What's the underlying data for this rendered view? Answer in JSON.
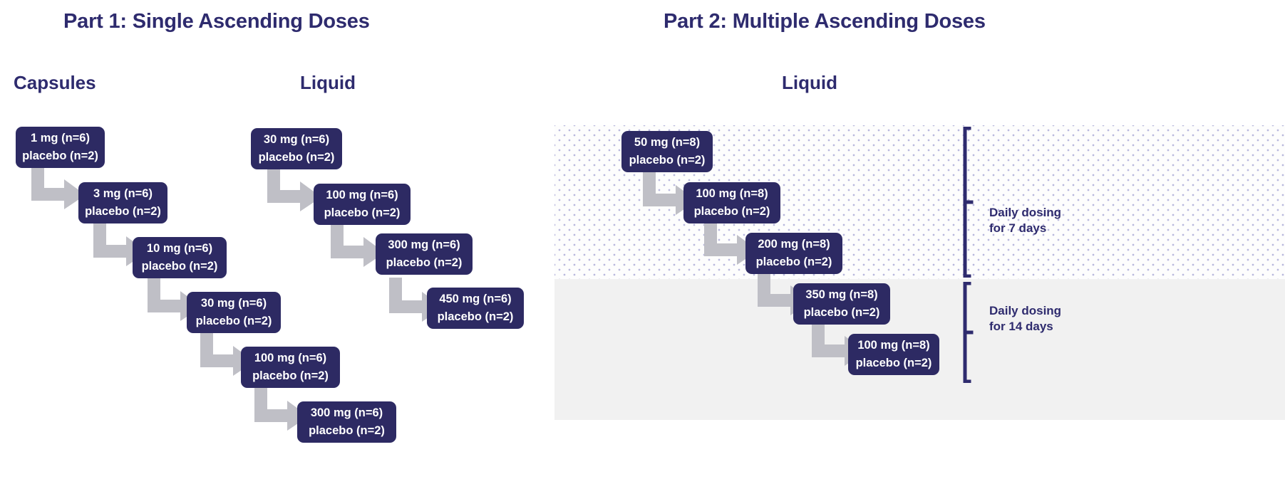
{
  "colors": {
    "navy": "#2d2a63",
    "title_navy": "#2e2b6e",
    "arrow_gray": "#bfbfc6",
    "band_solid": "#f1f1f1",
    "band_dotted_bg": "#fdfdfd",
    "dot": "#b9b8dd",
    "box_text": "#ffffff"
  },
  "part1": {
    "title": "Part 1: Single Ascending Doses",
    "columns": [
      {
        "heading": "Capsules",
        "boxes": [
          {
            "dose": "1 mg (n=6)",
            "placebo": "placebo (n=2)"
          },
          {
            "dose": "3 mg (n=6)",
            "placebo": "placebo (n=2)"
          },
          {
            "dose": "10 mg (n=6)",
            "placebo": "placebo (n=2)"
          },
          {
            "dose": "30 mg (n=6)",
            "placebo": "placebo (n=2)"
          },
          {
            "dose": "100 mg (n=6)",
            "placebo": "placebo (n=2)"
          },
          {
            "dose": "300 mg (n=6)",
            "placebo": "placebo (n=2)"
          }
        ]
      },
      {
        "heading": "Liquid",
        "boxes": [
          {
            "dose": "30 mg (n=6)",
            "placebo": "placebo (n=2)"
          },
          {
            "dose": "100 mg (n=6)",
            "placebo": "placebo (n=2)"
          },
          {
            "dose": "300 mg (n=6)",
            "placebo": "placebo (n=2)"
          },
          {
            "dose": "450 mg (n=6)",
            "placebo": "placebo (n=2)"
          }
        ]
      }
    ]
  },
  "part2": {
    "title": "Part 2: Multiple Ascending Doses",
    "heading": "Liquid",
    "cohorts": [
      {
        "dose": "50 mg (n=8)",
        "placebo": "placebo (n=2)",
        "band": "7-days"
      },
      {
        "dose": "100 mg (n=8)",
        "placebo": "placebo (n=2)",
        "band": "7-days"
      },
      {
        "dose": "200 mg (n=8)",
        "placebo": "placebo (n=2)",
        "band": "7-days"
      },
      {
        "dose": "350 mg (n=8)",
        "placebo": "placebo (n=2)",
        "band": "14-days"
      },
      {
        "dose": "100 mg (n=8)",
        "placebo": "placebo (n=2)",
        "band": "14-days"
      }
    ],
    "brackets": [
      {
        "line1": "Daily dosing",
        "line2": "for 7 days"
      },
      {
        "line1": "Daily dosing",
        "line2": "for 14 days"
      }
    ]
  }
}
